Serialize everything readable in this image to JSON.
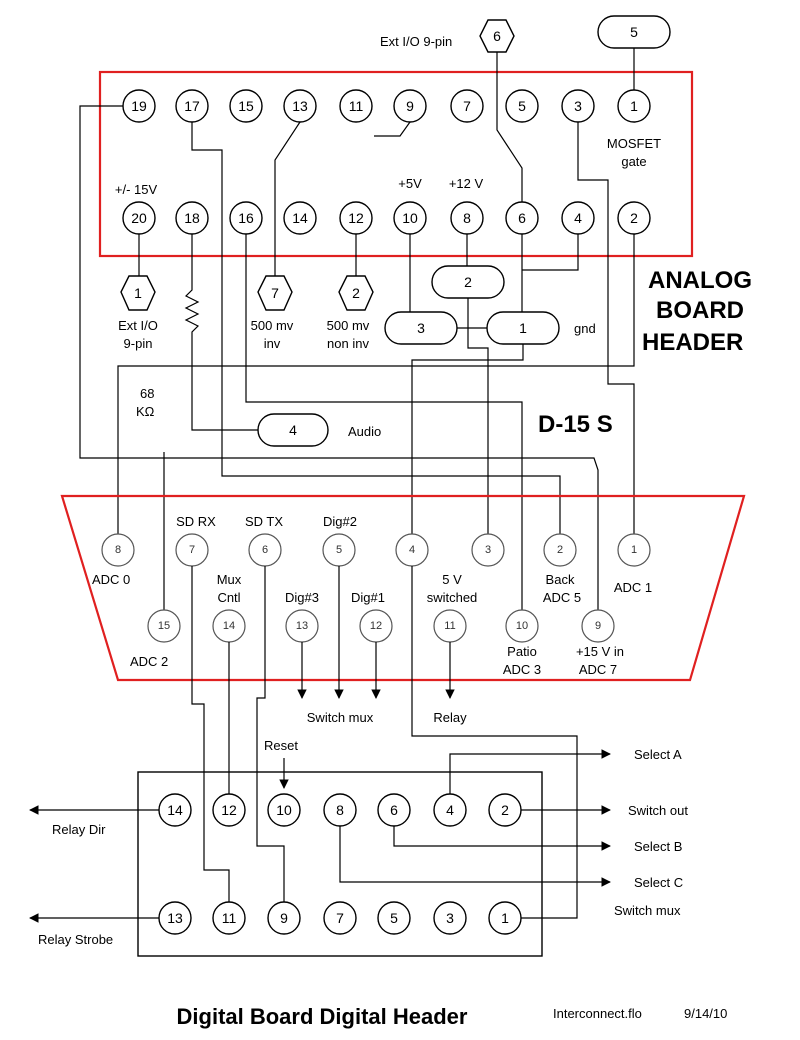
{
  "colors": {
    "header_outline": "#e02020",
    "wire": "#000000"
  },
  "analog_header": {
    "title_line1": "ANALOG",
    "title_line2": "BOARD",
    "title_line3": "HEADER",
    "top_pins": [
      "19",
      "17",
      "15",
      "13",
      "11",
      "9",
      "7",
      "5",
      "3",
      "1"
    ],
    "bottom_pins": [
      "20",
      "18",
      "16",
      "14",
      "12",
      "10",
      "8",
      "6",
      "4",
      "2"
    ],
    "labels": {
      "mosfet": "MOSFET",
      "gate": "gate",
      "pm15v": "+/- 15V",
      "p5v": "+5V",
      "p12v": "+12 V"
    }
  },
  "connectors": {
    "ext_io_top_label": "Ext I/O 9-pin",
    "hex_top": "6",
    "pill_top": "5",
    "hex1": "1",
    "hex7": "7",
    "hex2": "2",
    "pill2": "2",
    "pill3": "3",
    "pill1": "1",
    "pill4": "4",
    "ext_io_line1": "Ext I/O",
    "ext_io_line2": "9-pin",
    "mv_inv_line1": "500 mv",
    "mv_inv_line2": "inv",
    "mv_noninv_line1": "500 mv",
    "mv_noninv_line2": "non inv",
    "gnd": "gnd",
    "resistor_line1": "68",
    "resistor_line2": "KΩ",
    "audio": "Audio"
  },
  "d15": {
    "title": "D-15 S",
    "top_pins": [
      "8",
      "7",
      "6",
      "5",
      "4",
      "3",
      "2",
      "1"
    ],
    "bottom_pins": [
      "15",
      "14",
      "13",
      "12",
      "11",
      "10",
      "9"
    ],
    "labels": {
      "adc0": "ADC 0",
      "sd_rx": "SD RX",
      "sd_tx": "SD TX",
      "dig2": "Dig#2",
      "back": "Back",
      "adc5": "ADC 5",
      "adc1": "ADC 1",
      "mux": "Mux",
      "cntl": "Cntl",
      "dig3": "Dig#3",
      "dig1": "Dig#1",
      "v5": "5 V",
      "switched": "switched",
      "adc2": "ADC 2",
      "patio": "Patio",
      "adc3": "ADC 3",
      "v15in": "+15 V in",
      "adc7": "ADC 7"
    },
    "switch_mux": "Switch mux",
    "relay": "Relay"
  },
  "digital_header": {
    "title": "Digital Board Digital Header",
    "top_pins": [
      "14",
      "12",
      "10",
      "8",
      "6",
      "4",
      "2"
    ],
    "bottom_pins": [
      "13",
      "11",
      "9",
      "7",
      "5",
      "3",
      "1"
    ],
    "labels": {
      "reset": "Reset",
      "relay_dir": "Relay Dir",
      "relay_strobe": "Relay Strobe",
      "select_a": "Select A",
      "switch_out": "Switch out",
      "select_b": "Select B",
      "select_c": "Select C",
      "switch_mux": "Switch mux"
    }
  },
  "footer": {
    "file": "Interconnect.flo",
    "date": "9/14/10"
  }
}
